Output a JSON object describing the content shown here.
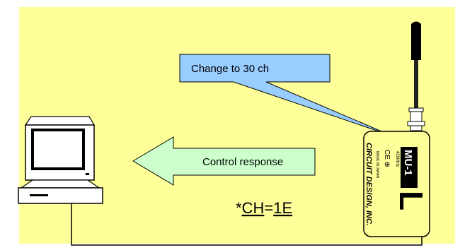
{
  "diagram": {
    "background_color": "#FFFF99",
    "callout": {
      "text": "Change to 30 ch",
      "fill": "#99CCFF"
    },
    "arrow": {
      "text": "Control response",
      "fill": "#CCFFCC"
    },
    "command": {
      "prefix": "*",
      "part1": "CH",
      "separator": "=",
      "part2": "1E"
    },
    "module": {
      "fill": "#FFFF99",
      "model": "MU-1",
      "sub_label": "429MHz",
      "brand": "CIRCUIT DESIGN, INC.",
      "cert_marks": "CE ⊕",
      "made_in": "MADE IN JAPAN",
      "big_logo": "L"
    }
  }
}
